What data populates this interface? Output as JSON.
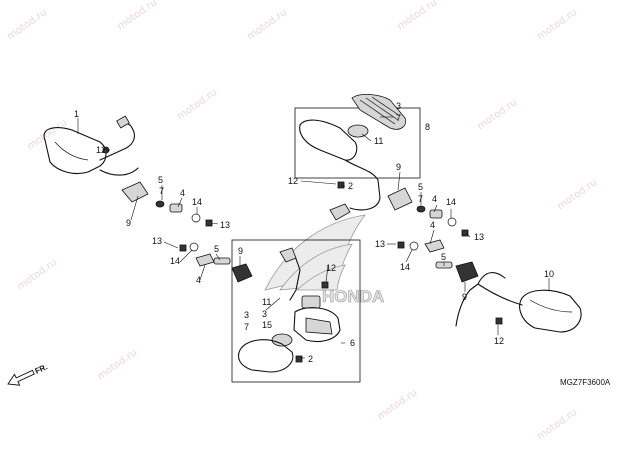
{
  "diagram_code": "MGZ7F3600A",
  "direction_label": "FR.",
  "watermark_text": "motod.ru",
  "brand_wordmark": "HONDA",
  "part_numbers": [
    "1",
    "2",
    "3",
    "4",
    "5",
    "6",
    "7",
    "8",
    "9",
    "10",
    "11",
    "12",
    "13",
    "14",
    "15"
  ]
}
